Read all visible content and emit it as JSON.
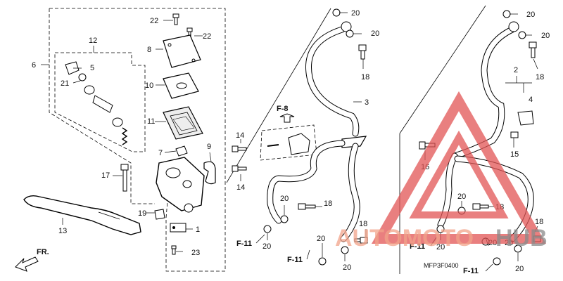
{
  "diagram": {
    "code": "MFP3F0400",
    "direction_label": "FR.",
    "ref_f8": "F-8",
    "ref_f11": "F-11"
  },
  "parts": {
    "p1": "1",
    "p2": "2",
    "p3": "3",
    "p4": "4",
    "p5": "5",
    "p6": "6",
    "p7": "7",
    "p8": "8",
    "p9": "9",
    "p10": "10",
    "p11": "11",
    "p12": "12",
    "p13": "13",
    "p14": "14",
    "p15": "15",
    "p16": "16",
    "p17": "17",
    "p18": "18",
    "p19": "19",
    "p20": "20",
    "p21": "21",
    "p22": "22",
    "p23": "23"
  },
  "watermark": {
    "text_auto": "AUTOMOTO",
    "text_hub": "HUB",
    "color_triangle": "#e25555",
    "color_auto": "#f2a38a",
    "color_hub": "#8a8a8a"
  }
}
